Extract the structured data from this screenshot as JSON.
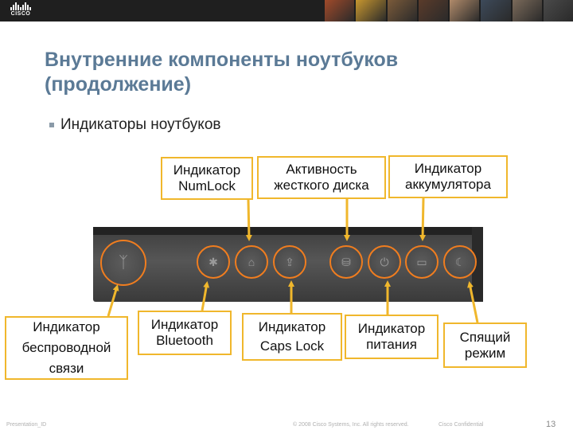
{
  "header": {
    "logo_text": "CISCO",
    "photo_colors": [
      "#a04a2a",
      "#c7962f",
      "#7a5a3a",
      "#5a3b2a",
      "#b08a6a",
      "#3d4a5a",
      "#7a6a5a",
      "#4a4a4a"
    ]
  },
  "slide": {
    "title_line1": "Внутренние компоненты ноутбуков",
    "title_line2": "(продолжение)",
    "bullet": "Индикаторы ноутбуков"
  },
  "labels": {
    "numlock": [
      "Индикатор",
      "NumLock"
    ],
    "hdd": [
      "Активность",
      "жесткого диска"
    ],
    "battery": [
      "Индикатор",
      "аккумулятора"
    ],
    "wireless": [
      "Индикатор",
      "беспроводной",
      "связи"
    ],
    "bluetooth": [
      "Индикатор",
      "Bluetooth"
    ],
    "capslock": [
      "Индикатор",
      "Caps Lock"
    ],
    "power": [
      "Индикатор",
      "питания"
    ],
    "sleep": [
      "Спящий",
      "режим"
    ]
  },
  "indicators": [
    {
      "name": "wireless",
      "icon": "wireless-icon",
      "glyph": "ᛉ"
    },
    {
      "name": "bluetooth",
      "icon": "bluetooth-icon",
      "glyph": "✱"
    },
    {
      "name": "numlock",
      "icon": "numlock-icon",
      "glyph": "⌂"
    },
    {
      "name": "capslock",
      "icon": "capslock-icon",
      "glyph": "⇪"
    },
    {
      "name": "hdd",
      "icon": "hdd-icon",
      "glyph": "⛁"
    },
    {
      "name": "power",
      "icon": "power-icon",
      "glyph": "⏻"
    },
    {
      "name": "battery",
      "icon": "battery-icon",
      "glyph": "▭"
    },
    {
      "name": "sleep",
      "icon": "sleep-icon",
      "glyph": "☾"
    }
  ],
  "colors": {
    "accent_ring": "#f07d1f",
    "label_border": "#f0b72c",
    "title": "#5b7a96"
  },
  "footer": {
    "left": "Presentation_ID",
    "center": "© 2008 Cisco Systems, Inc. All rights reserved.",
    "right": "Cisco Confidential",
    "page": "13"
  }
}
